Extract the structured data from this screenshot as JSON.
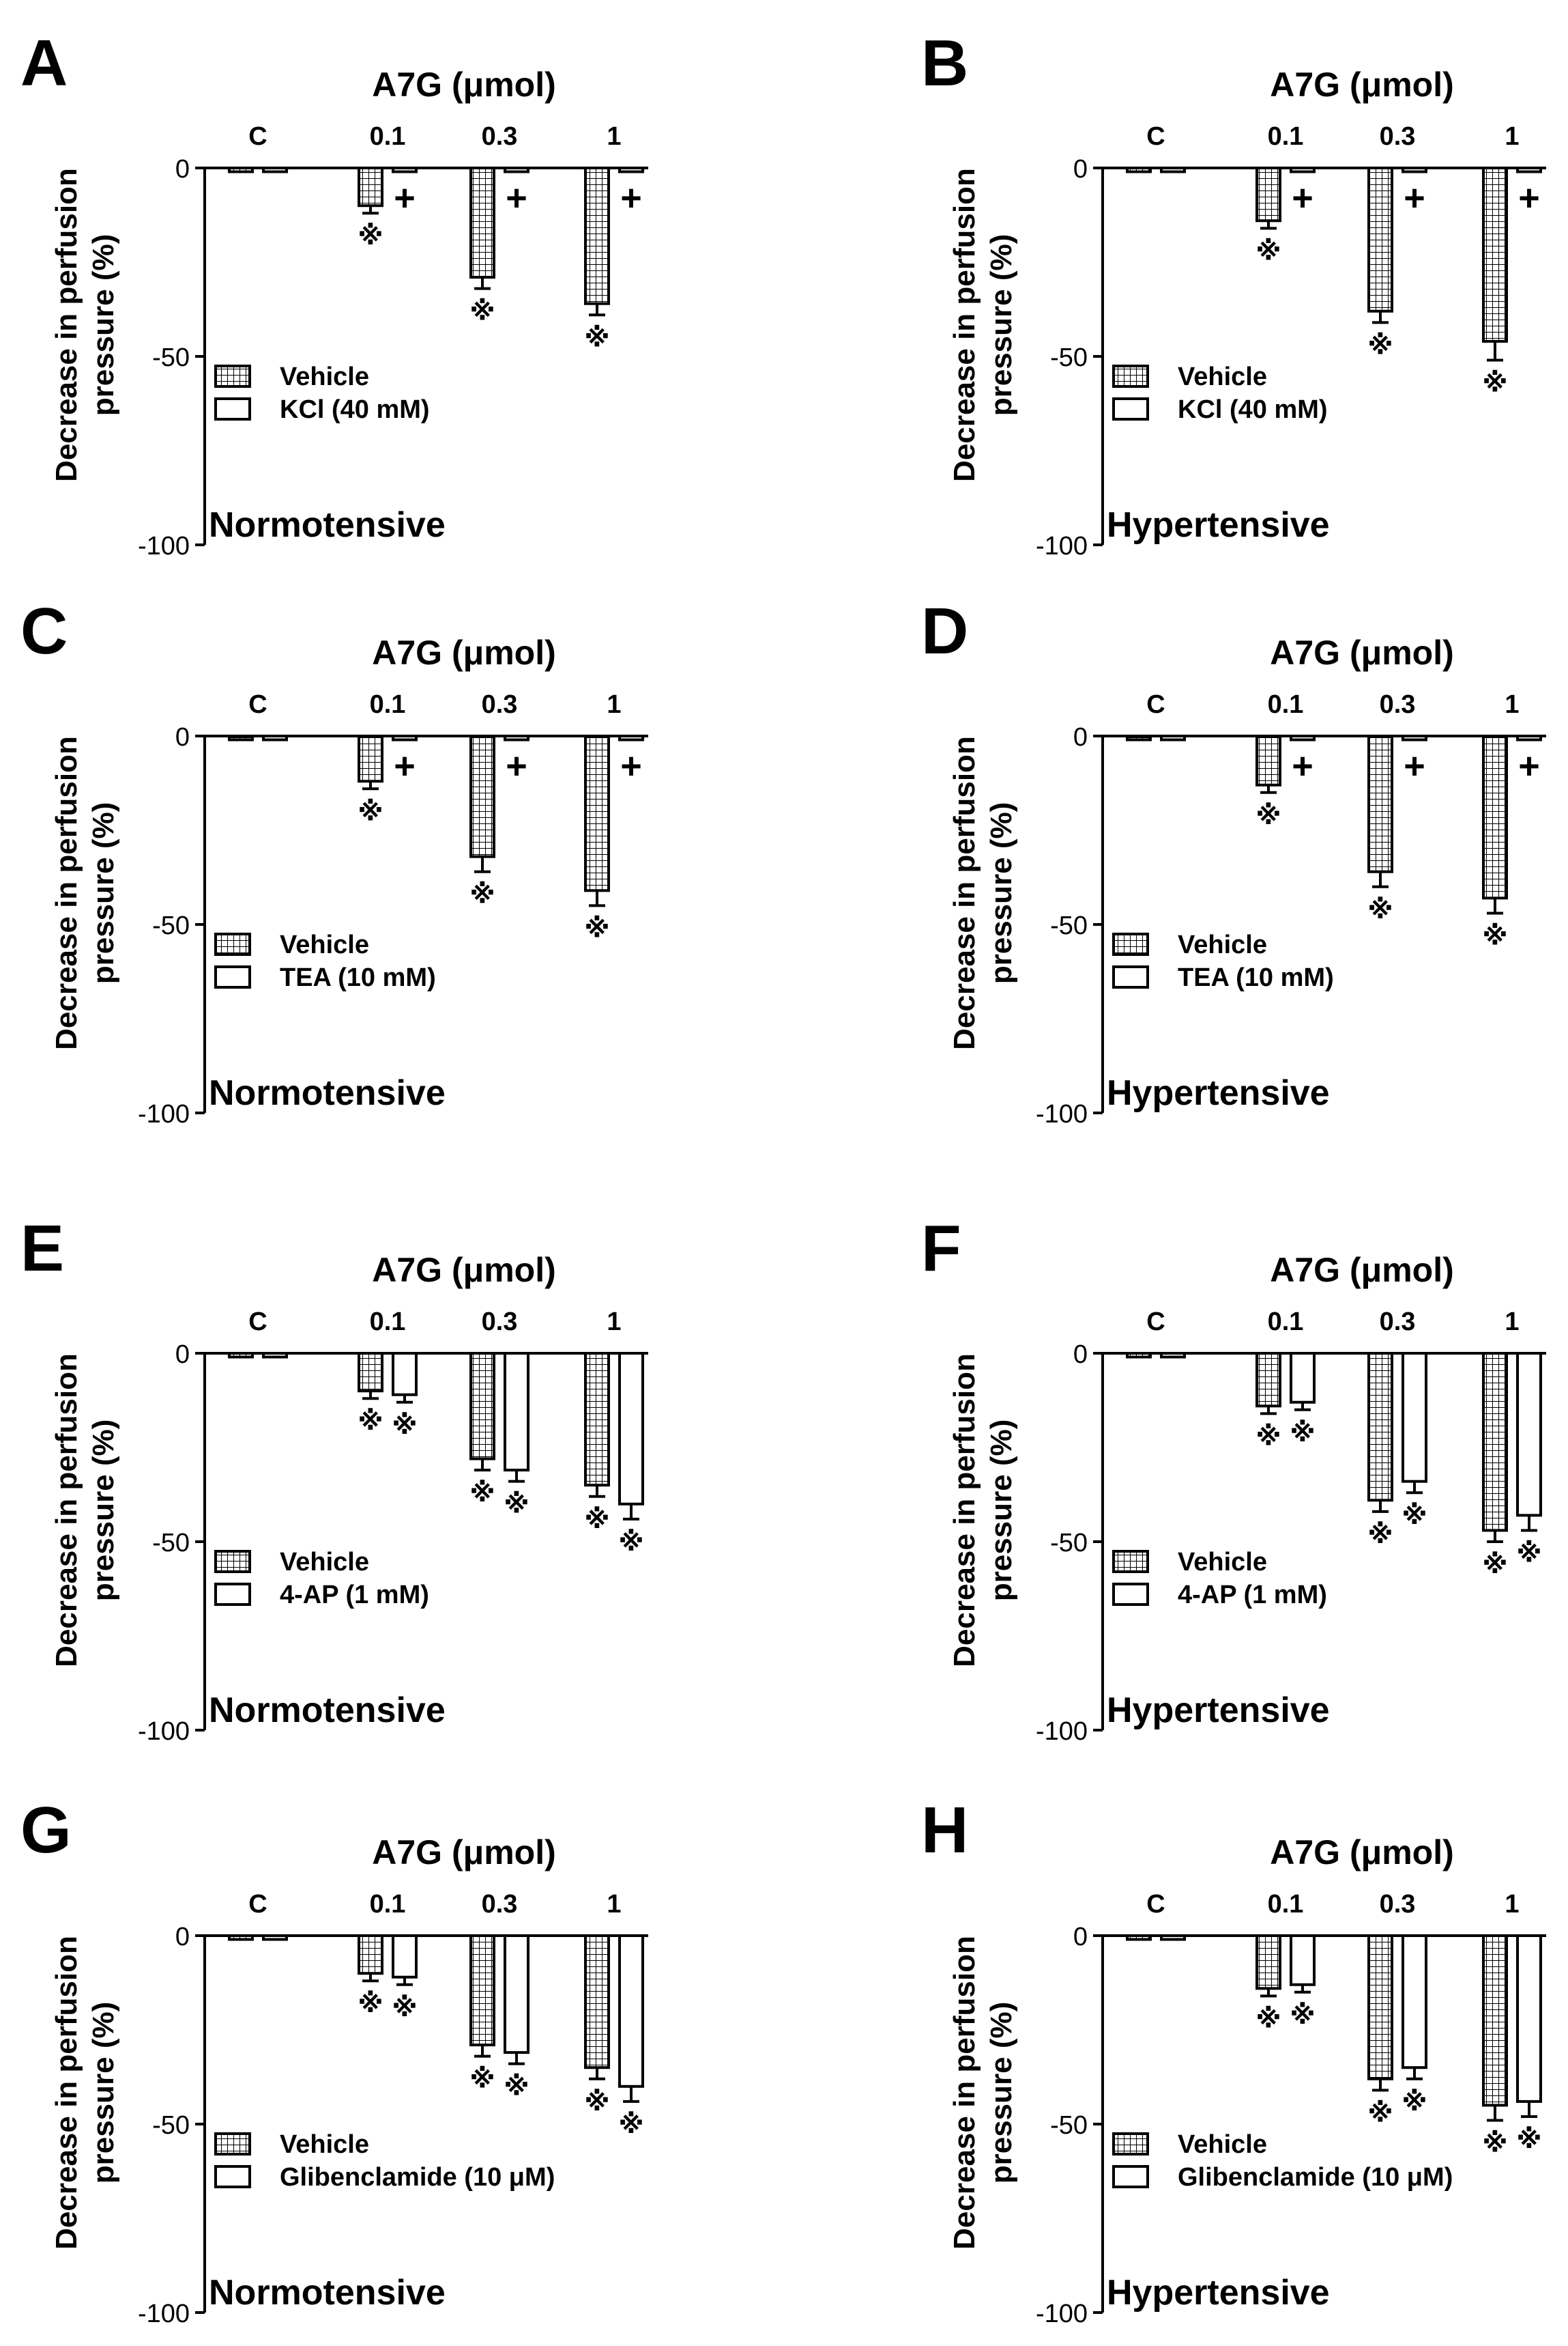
{
  "colors": {
    "ink": "#000000",
    "background": "#ffffff"
  },
  "hatch_pattern": "grid",
  "chart_data": [
    {
      "panel": "A",
      "type": "bar",
      "title": "A7G (μmol)",
      "ylabel": "Decrease in perfusion pressure (%)",
      "ylim": [
        -100,
        0
      ],
      "yticks": [
        0,
        -50,
        -100
      ],
      "categories": [
        "C",
        "0.1",
        "0.3",
        "1"
      ],
      "condition": "Normotensive",
      "legend_position": "bottom-left",
      "series": [
        {
          "name": "Vehicle",
          "fill": "hatch",
          "values": [
            -1,
            -10,
            -29,
            -36
          ],
          "errors": [
            0.5,
            2,
            3,
            3
          ],
          "marks": [
            "",
            "※",
            "※",
            "※"
          ]
        },
        {
          "name": "KCl (40 mM)",
          "fill": "white",
          "values": [
            -1,
            -1,
            -1,
            -1
          ],
          "errors": [
            0.3,
            0.3,
            0.3,
            0.3
          ],
          "marks": [
            "",
            "+",
            "+",
            "+"
          ]
        }
      ]
    },
    {
      "panel": "B",
      "type": "bar",
      "title": "A7G (μmol)",
      "ylabel": "Decrease in perfusion pressure (%)",
      "ylim": [
        -100,
        0
      ],
      "yticks": [
        0,
        -50,
        -100
      ],
      "categories": [
        "C",
        "0.1",
        "0.3",
        "1"
      ],
      "condition": "Hypertensive",
      "legend_position": "bottom-left",
      "series": [
        {
          "name": "Vehicle",
          "fill": "hatch",
          "values": [
            -1,
            -14,
            -38,
            -46
          ],
          "errors": [
            0.5,
            2,
            3,
            5
          ],
          "marks": [
            "",
            "※",
            "※",
            "※"
          ]
        },
        {
          "name": "KCl (40 mM)",
          "fill": "white",
          "values": [
            -1,
            -1,
            -1,
            -1
          ],
          "errors": [
            0.3,
            0.3,
            0.3,
            0.3
          ],
          "marks": [
            "",
            "+",
            "+",
            "+"
          ]
        }
      ]
    },
    {
      "panel": "C",
      "type": "bar",
      "title": "A7G (μmol)",
      "ylabel": "Decrease in perfusion pressure (%)",
      "ylim": [
        -100,
        0
      ],
      "yticks": [
        0,
        -50,
        -100
      ],
      "categories": [
        "C",
        "0.1",
        "0.3",
        "1"
      ],
      "condition": "Normotensive",
      "legend_position": "bottom-left",
      "series": [
        {
          "name": "Vehicle",
          "fill": "hatch",
          "values": [
            -1,
            -12,
            -32,
            -41
          ],
          "errors": [
            0.5,
            2,
            4,
            4
          ],
          "marks": [
            "",
            "※",
            "※",
            "※"
          ]
        },
        {
          "name": "TEA (10 mM)",
          "fill": "white",
          "values": [
            -1,
            -1,
            -1,
            -1
          ],
          "errors": [
            0.3,
            0.3,
            0.3,
            0.3
          ],
          "marks": [
            "",
            "+",
            "+",
            "+"
          ]
        }
      ]
    },
    {
      "panel": "D",
      "type": "bar",
      "title": "A7G (μmol)",
      "ylabel": "Decrease in perfusion pressure (%)",
      "ylim": [
        -100,
        0
      ],
      "yticks": [
        0,
        -50,
        -100
      ],
      "categories": [
        "C",
        "0.1",
        "0.3",
        "1"
      ],
      "condition": "Hypertensive",
      "legend_position": "bottom-left",
      "series": [
        {
          "name": "Vehicle",
          "fill": "hatch",
          "values": [
            -1,
            -13,
            -36,
            -43
          ],
          "errors": [
            0.5,
            2,
            4,
            4
          ],
          "marks": [
            "",
            "※",
            "※",
            "※"
          ]
        },
        {
          "name": "TEA (10 mM)",
          "fill": "white",
          "values": [
            -1,
            -1,
            -1,
            -1
          ],
          "errors": [
            0.3,
            0.3,
            0.3,
            0.3
          ],
          "marks": [
            "",
            "+",
            "+",
            "+"
          ]
        }
      ]
    },
    {
      "panel": "E",
      "type": "bar",
      "title": "A7G (μmol)",
      "ylabel": "Decrease in perfusion pressure (%)",
      "ylim": [
        -100,
        0
      ],
      "yticks": [
        0,
        -50,
        -100
      ],
      "categories": [
        "C",
        "0.1",
        "0.3",
        "1"
      ],
      "condition": "Normotensive",
      "legend_position": "bottom-left",
      "series": [
        {
          "name": "Vehicle",
          "fill": "hatch",
          "values": [
            -1,
            -10,
            -28,
            -35
          ],
          "errors": [
            0.5,
            2,
            3,
            3
          ],
          "marks": [
            "",
            "※",
            "※",
            "※"
          ]
        },
        {
          "name": "4-AP (1 mM)",
          "fill": "white",
          "values": [
            -1,
            -11,
            -31,
            -40
          ],
          "errors": [
            0.3,
            2,
            3,
            4
          ],
          "marks": [
            "",
            "※",
            "※",
            "※"
          ]
        }
      ]
    },
    {
      "panel": "F",
      "type": "bar",
      "title": "A7G (μmol)",
      "ylabel": "Decrease in perfusion pressure (%)",
      "ylim": [
        -100,
        0
      ],
      "yticks": [
        0,
        -50,
        -100
      ],
      "categories": [
        "C",
        "0.1",
        "0.3",
        "1"
      ],
      "condition": "Hypertensive",
      "legend_position": "bottom-left",
      "series": [
        {
          "name": "Vehicle",
          "fill": "hatch",
          "values": [
            -1,
            -14,
            -39,
            -47
          ],
          "errors": [
            0.5,
            2,
            3,
            3
          ],
          "marks": [
            "",
            "※",
            "※",
            "※"
          ]
        },
        {
          "name": "4-AP (1 mM)",
          "fill": "white",
          "values": [
            -1,
            -13,
            -34,
            -43
          ],
          "errors": [
            0.3,
            2,
            3,
            4
          ],
          "marks": [
            "",
            "※",
            "※",
            "※"
          ]
        }
      ]
    },
    {
      "panel": "G",
      "type": "bar",
      "title": "A7G (μmol)",
      "ylabel": "Decrease in perfusion pressure (%)",
      "ylim": [
        -100,
        0
      ],
      "yticks": [
        0,
        -50,
        -100
      ],
      "categories": [
        "C",
        "0.1",
        "0.3",
        "1"
      ],
      "condition": "Normotensive",
      "legend_position": "bottom-left",
      "series": [
        {
          "name": "Vehicle",
          "fill": "hatch",
          "values": [
            -1,
            -10,
            -29,
            -35
          ],
          "errors": [
            0.5,
            2,
            3,
            3
          ],
          "marks": [
            "",
            "※",
            "※",
            "※"
          ]
        },
        {
          "name": "Glibenclamide (10 μM)",
          "fill": "white",
          "values": [
            -1,
            -11,
            -31,
            -40
          ],
          "errors": [
            0.3,
            2,
            3,
            4
          ],
          "marks": [
            "",
            "※",
            "※",
            "※"
          ]
        }
      ]
    },
    {
      "panel": "H",
      "type": "bar",
      "title": "A7G (μmol)",
      "ylabel": "Decrease in perfusion pressure (%)",
      "ylim": [
        -100,
        0
      ],
      "yticks": [
        0,
        -50,
        -100
      ],
      "categories": [
        "C",
        "0.1",
        "0.3",
        "1"
      ],
      "condition": "Hypertensive",
      "legend_position": "bottom-left",
      "series": [
        {
          "name": "Vehicle",
          "fill": "hatch",
          "values": [
            -1,
            -14,
            -38,
            -45
          ],
          "errors": [
            0.5,
            2,
            3,
            4
          ],
          "marks": [
            "",
            "※",
            "※",
            "※"
          ]
        },
        {
          "name": "Glibenclamide (10 μM)",
          "fill": "white",
          "values": [
            -1,
            -13,
            -35,
            -44
          ],
          "errors": [
            0.3,
            2,
            3,
            4
          ],
          "marks": [
            "",
            "※",
            "※",
            "※"
          ]
        }
      ]
    }
  ]
}
